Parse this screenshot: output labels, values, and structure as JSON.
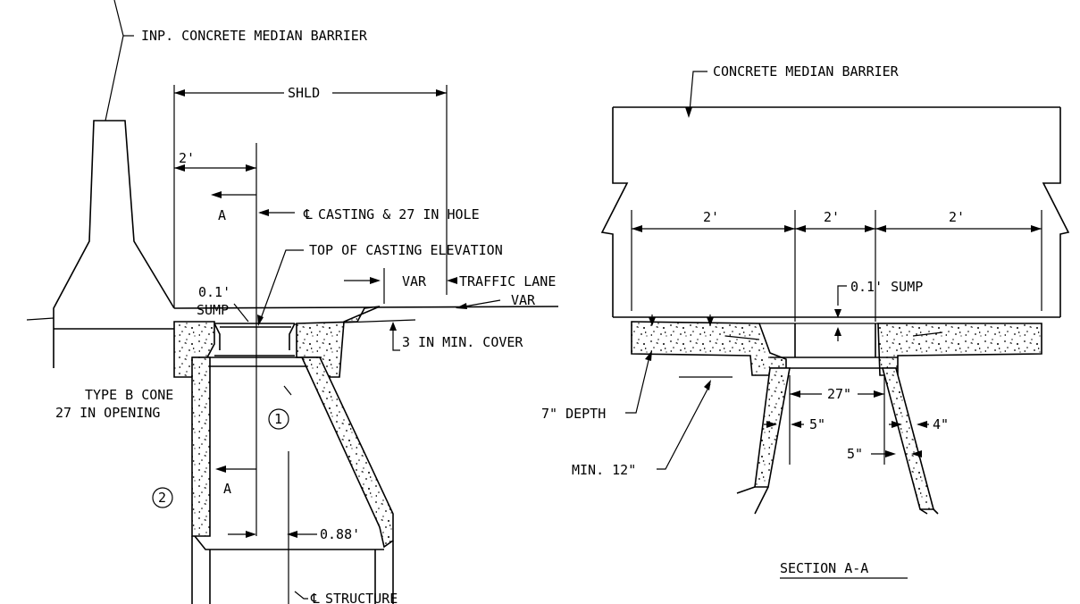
{
  "left_detail": {
    "barrier_label": "INP. CONCRETE MEDIAN BARRIER",
    "shld_label": "SHLD",
    "two_ft_label": "2'",
    "section_mark_top": "A",
    "casting_cl_label": "CASTING & 27 IN HOLE",
    "top_casting_label": "TOP OF CASTING ELEVATION",
    "var_label_1": "VAR",
    "traffic_lane_label": "TRAFFIC LANE",
    "var_label_2": "VAR",
    "sump_label_1": "0.1'",
    "sump_label_2": "SUMP",
    "min_cover_label": "3 IN MIN. COVER",
    "cone_label_1": "TYPE B CONE",
    "cone_label_2": "27 IN OPENING",
    "callout_1": "1",
    "callout_2": "2",
    "section_mark_bottom": "A",
    "offset_label": "0.88'",
    "structure_cl_label": "STRUCTURE"
  },
  "right_detail": {
    "barrier_label": "CONCRETE MEDIAN BARRIER",
    "dim_left": "2'",
    "dim_mid": "2'",
    "dim_right": "2'",
    "sump_label": "0.1' SUMP",
    "depth_label": "7\"  DEPTH",
    "min_label": "MIN. 12\"",
    "dim_27": "27\"",
    "dim_5_top": "5\"",
    "dim_4": "4\"",
    "dim_5_bottom": "5\"",
    "section_title": "SECTION A-A"
  }
}
